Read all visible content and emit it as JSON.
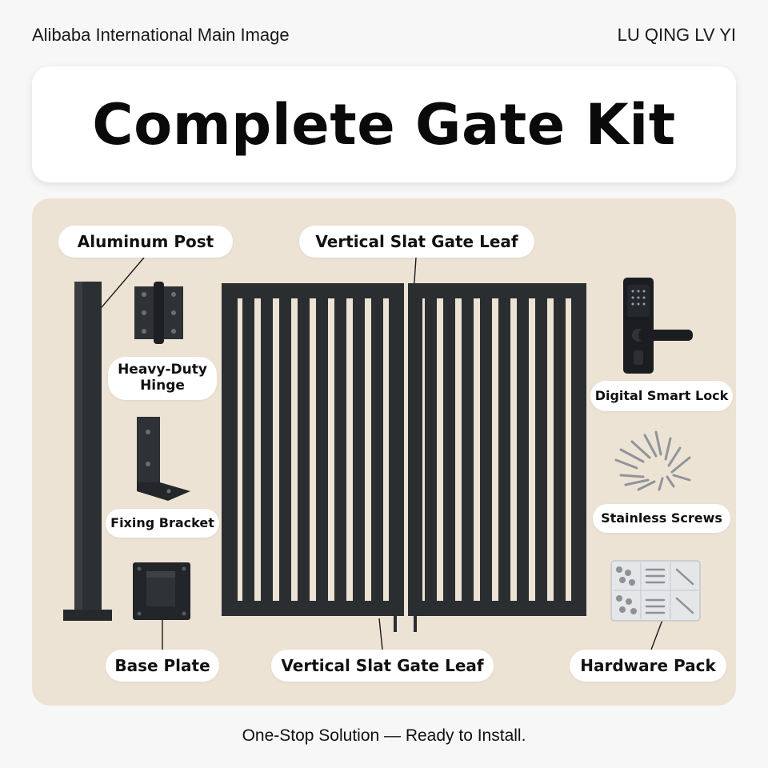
{
  "header": {
    "left_text": "Alibaba International Main Image",
    "right_text": "LU QING LV YI"
  },
  "title": "Complete Gate Kit",
  "labels": {
    "aluminum_post": "Aluminum Post",
    "gate_leaf_top": "Vertical Slat Gate Leaf",
    "hinge": "Heavy-Duty\nHinge",
    "fixing_bracket": "Fixing Bracket",
    "base_plate": "Base Plate",
    "gate_leaf_bottom": "Vertical Slat Gate Leaf",
    "smart_lock": "Digital Smart Lock",
    "screws": "Stainless Screws",
    "hardware_pack": "Hardware Pack"
  },
  "footer": "One-Stop Solution — Ready to Install.",
  "colors": {
    "panel_background": "#ede3d4",
    "gate_metal": "#2b2e31",
    "label_background": "#ffffff"
  }
}
